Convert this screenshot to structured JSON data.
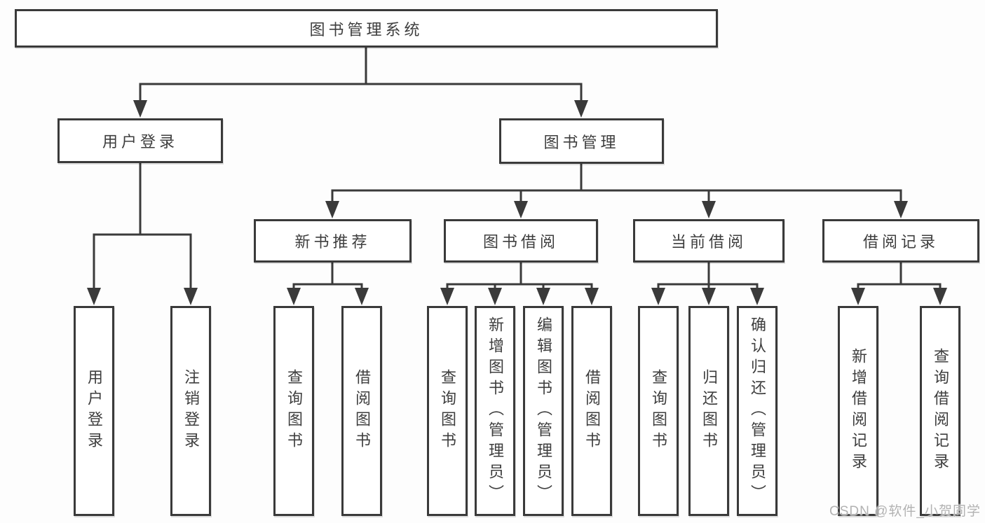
{
  "nodes": {
    "root": {
      "label": "图书管理系统"
    },
    "user_login": {
      "label": "用户登录",
      "children": [
        {
          "label": "用户登录"
        },
        {
          "label": "注销登录"
        }
      ]
    },
    "book_mgmt": {
      "label": "图书管理",
      "groups": [
        {
          "label": "新书推荐",
          "children": [
            {
              "label": "查询图书"
            },
            {
              "label": "借阅图书"
            }
          ]
        },
        {
          "label": "图书借阅",
          "children": [
            {
              "label": "查询图书"
            },
            {
              "label": "新增图书（管理员）"
            },
            {
              "label": "编辑图书（管理员）"
            },
            {
              "label": "借阅图书"
            }
          ]
        },
        {
          "label": "当前借阅",
          "children": [
            {
              "label": "查询图书"
            },
            {
              "label": "归还图书"
            },
            {
              "label": "确认归还（管理员）"
            }
          ]
        },
        {
          "label": "借阅记录",
          "children": [
            {
              "label": "新增借阅记录"
            },
            {
              "label": "查询借阅记录"
            }
          ]
        }
      ]
    }
  },
  "watermark": {
    "text": "CSDN @软件_小贺同学",
    "color": "#b2b2b2"
  },
  "colors": {
    "line": "#3a3a3a",
    "box_border": "#3a3a3a",
    "box_fill": "#ffffff",
    "text": "#3e3e3e",
    "background": "#fdfdfd"
  }
}
